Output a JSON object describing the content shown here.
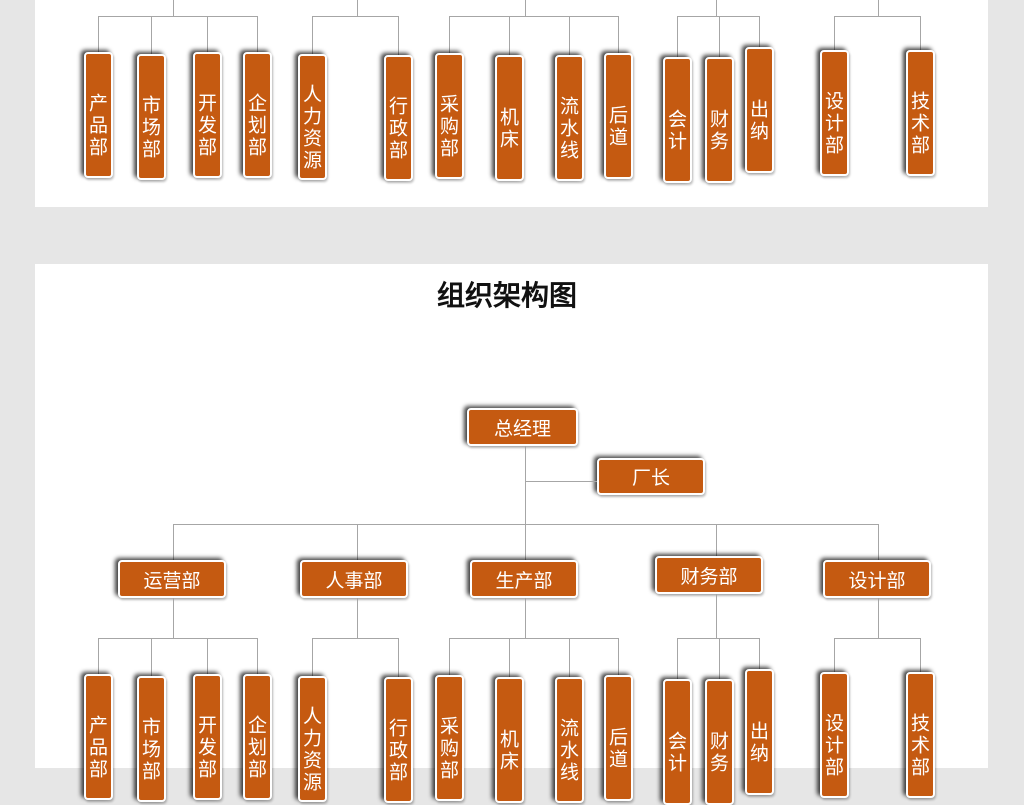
{
  "title": "组织架构图",
  "colors": {
    "box": "#c55a11",
    "line": "#a6a6a6",
    "background": "#e6e6e6"
  },
  "top": "总经理",
  "assistant": "厂长",
  "departments": [
    {
      "name": "运营部",
      "subs": [
        "产品部",
        "市场部",
        "开发部",
        "企划部"
      ]
    },
    {
      "name": "人事部",
      "subs": [
        "人力资源",
        "行政部"
      ]
    },
    {
      "name": "生产部",
      "subs": [
        "采购部",
        "机床",
        "流水线",
        "后道"
      ]
    },
    {
      "name": "财务部",
      "subs": [
        "会计",
        "财务",
        "出纳"
      ]
    },
    {
      "name": "设计部",
      "subs": [
        "设计部",
        "技术部"
      ]
    }
  ]
}
